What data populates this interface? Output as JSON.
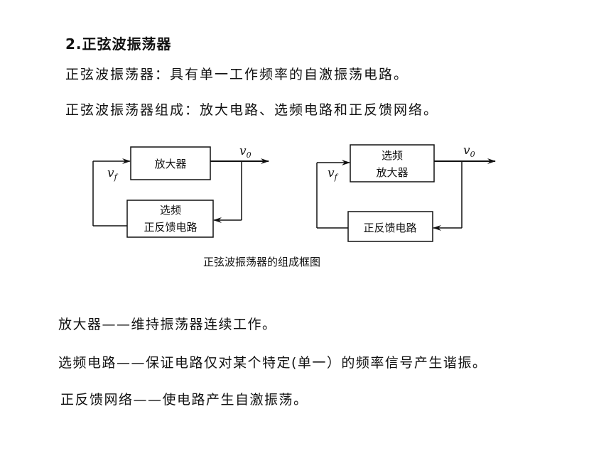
{
  "heading": "2.正弦波振荡器",
  "intro": {
    "line1": "正弦波振荡器：具有单一工作频率的自激振荡电路。",
    "line2": "正弦波振荡器组成：放大电路、选频电路和正反馈网络。"
  },
  "diagram": {
    "left": {
      "top_box": "放大器",
      "bottom_box_line1": "选频",
      "bottom_box_line2": "正反馈电路"
    },
    "right": {
      "top_box_line1": "选频",
      "top_box_line2": "放大器",
      "bottom_box": "正反馈电路"
    },
    "input_signal": "v",
    "input_subscript": "f",
    "output_signal": "v",
    "output_subscript": "0",
    "caption": "正弦波振荡器的组成框图"
  },
  "roles": {
    "amplifier": "放大器——维持振荡器连续工作。",
    "selector": "选频电路——保证电路仅对某个特定(单一）的频率信号产生谐振。",
    "feedback": "正反馈网络——使电路产生自激振荡。"
  }
}
